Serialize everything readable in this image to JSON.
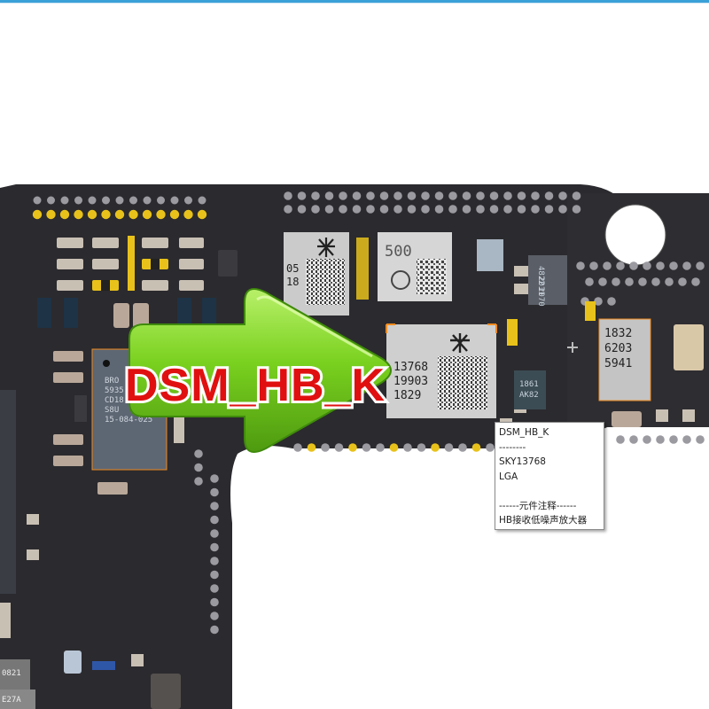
{
  "arrow_label": "DSM_HB_K",
  "tooltip": {
    "name": "DSM_HB_K",
    "sep1": "--------",
    "part": "SKY13768",
    "package": "LGA",
    "blank": "",
    "section": "------元件注释------",
    "note": "HB接收低噪声放大器"
  },
  "chip_markings": {
    "main": [
      "13768",
      "19903",
      "1829"
    ],
    "left_top": [
      "05",
      "18"
    ],
    "center_top": [
      "500"
    ],
    "right_chip": [
      "1832",
      "6203",
      "5941"
    ],
    "small_right": [
      "4822",
      "2031",
      "2070"
    ],
    "left_big": [
      "BRO",
      "5935",
      "CD18",
      "S8U",
      "15-084-025"
    ],
    "bottom_left_a": [
      "0821"
    ],
    "bottom_left_b": [
      "E27A"
    ],
    "dark_small": [
      "1861",
      "AK82"
    ]
  },
  "colors": {
    "board": "#2b2a2e",
    "pad_yellow": "#e8c21a",
    "pad_gray": "#9a9aa0",
    "arrow_green": "#7ad11f",
    "label_red": "#e01010",
    "highlight_orange": "#f08a1e"
  }
}
